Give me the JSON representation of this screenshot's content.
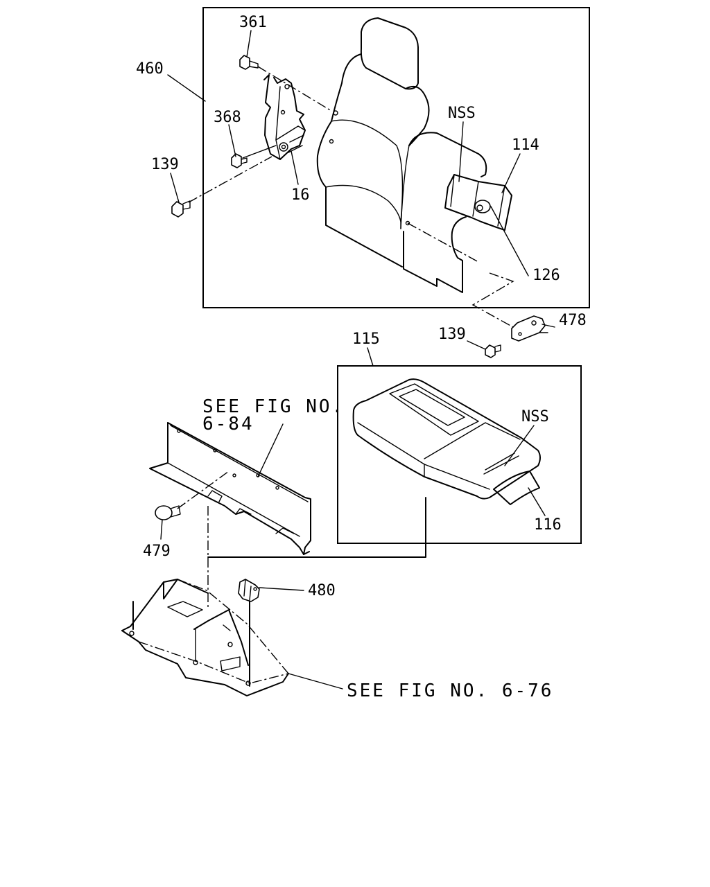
{
  "callouts": {
    "c460": "460",
    "c361": "361",
    "c368": "368",
    "c139_top": "139",
    "c16": "16",
    "c_nss_top": "NSS",
    "c114": "114",
    "c126": "126",
    "c478": "478",
    "c139_bottom": "139",
    "c115": "115",
    "c_nss_bottom": "NSS",
    "c116": "116",
    "c479": "479",
    "c480": "480"
  },
  "references": {
    "see_fig_84_line1": "SEE FIG NO.",
    "see_fig_84_line2": "6-84",
    "see_fig_76": "SEE FIG NO. 6-76"
  }
}
